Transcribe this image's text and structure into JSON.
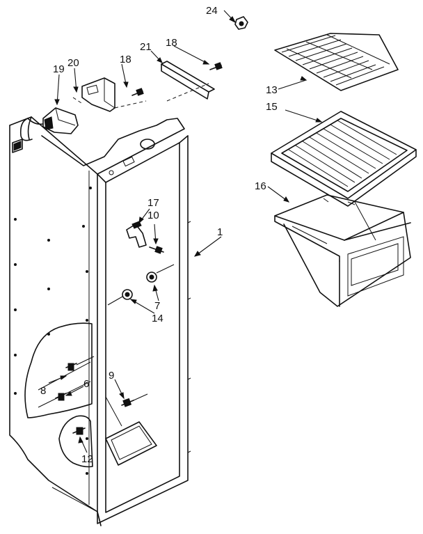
{
  "diagram": {
    "callouts": [
      {
        "id": "c24",
        "text": "24"
      },
      {
        "id": "c21",
        "text": "21"
      },
      {
        "id": "c18a",
        "text": "18"
      },
      {
        "id": "c20",
        "text": "20"
      },
      {
        "id": "c19",
        "text": "19"
      },
      {
        "id": "c18b",
        "text": "18"
      },
      {
        "id": "c13",
        "text": "13"
      },
      {
        "id": "c15",
        "text": "15"
      },
      {
        "id": "c16",
        "text": "16"
      },
      {
        "id": "c17",
        "text": "17"
      },
      {
        "id": "c10",
        "text": "10"
      },
      {
        "id": "c1",
        "text": "1"
      },
      {
        "id": "c7",
        "text": "7"
      },
      {
        "id": "c14",
        "text": "14"
      },
      {
        "id": "c8",
        "text": "8"
      },
      {
        "id": "c6",
        "text": "6"
      },
      {
        "id": "c9",
        "text": "9"
      },
      {
        "id": "c12",
        "text": "12"
      }
    ]
  },
  "colors": {
    "line": "#111111",
    "background": "#ffffff"
  }
}
